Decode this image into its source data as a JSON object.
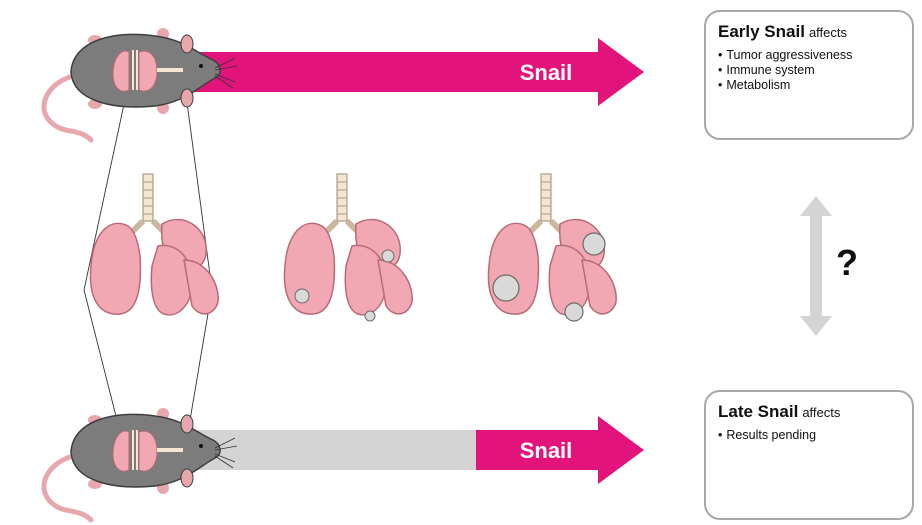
{
  "top_arrow": {
    "label": "Snail"
  },
  "bottom_arrow": {
    "label": "Snail"
  },
  "early_box": {
    "title": "Early Snail",
    "title_suffix": "affects",
    "items": [
      "Tumor aggressiveness",
      "Immune system",
      "Metabolism"
    ]
  },
  "late_box": {
    "title": "Late Snail",
    "title_suffix": "affects",
    "items": [
      "Results pending"
    ]
  },
  "question": "?",
  "colors": {
    "snail_magenta": "#e2147b",
    "pending_gray": "#d4d4d4",
    "lung_pink": "#f2a8b2",
    "mouse_gray": "#7c7c7c",
    "tumor_gray": "#b0b0b0"
  }
}
